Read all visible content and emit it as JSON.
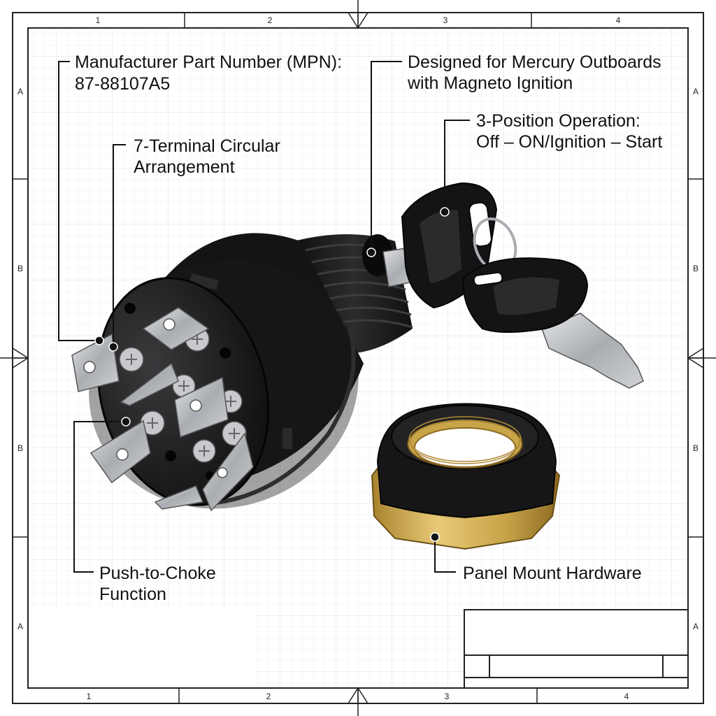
{
  "callouts": {
    "mpn": {
      "line1": "Manufacturer Part Number (MPN):",
      "line2": "87-88107A5"
    },
    "designed": {
      "line1": "Designed for Mercury Outboards",
      "line2": "with Magneto Ignition"
    },
    "terminal": {
      "line1": "7-Terminal Circular",
      "line2": "Arrangement"
    },
    "position": {
      "line1": "3-Position Operation:",
      "line2": "Off – ON/Ignition – Start"
    },
    "choke": {
      "line1": "Push-to-Choke",
      "line2": "Function"
    },
    "panel": {
      "line1": "Panel Mount Hardware"
    }
  },
  "border": {
    "col_labels": [
      "1",
      "2",
      "3",
      "4"
    ],
    "row_labels": [
      "A",
      "B",
      "B",
      "A"
    ]
  },
  "colors": {
    "ink": "#111111",
    "grid": "#e6e6e6",
    "body_black": "#1c1c1e",
    "brass": "#c9a54a",
    "steel": "#b9bcc0"
  }
}
